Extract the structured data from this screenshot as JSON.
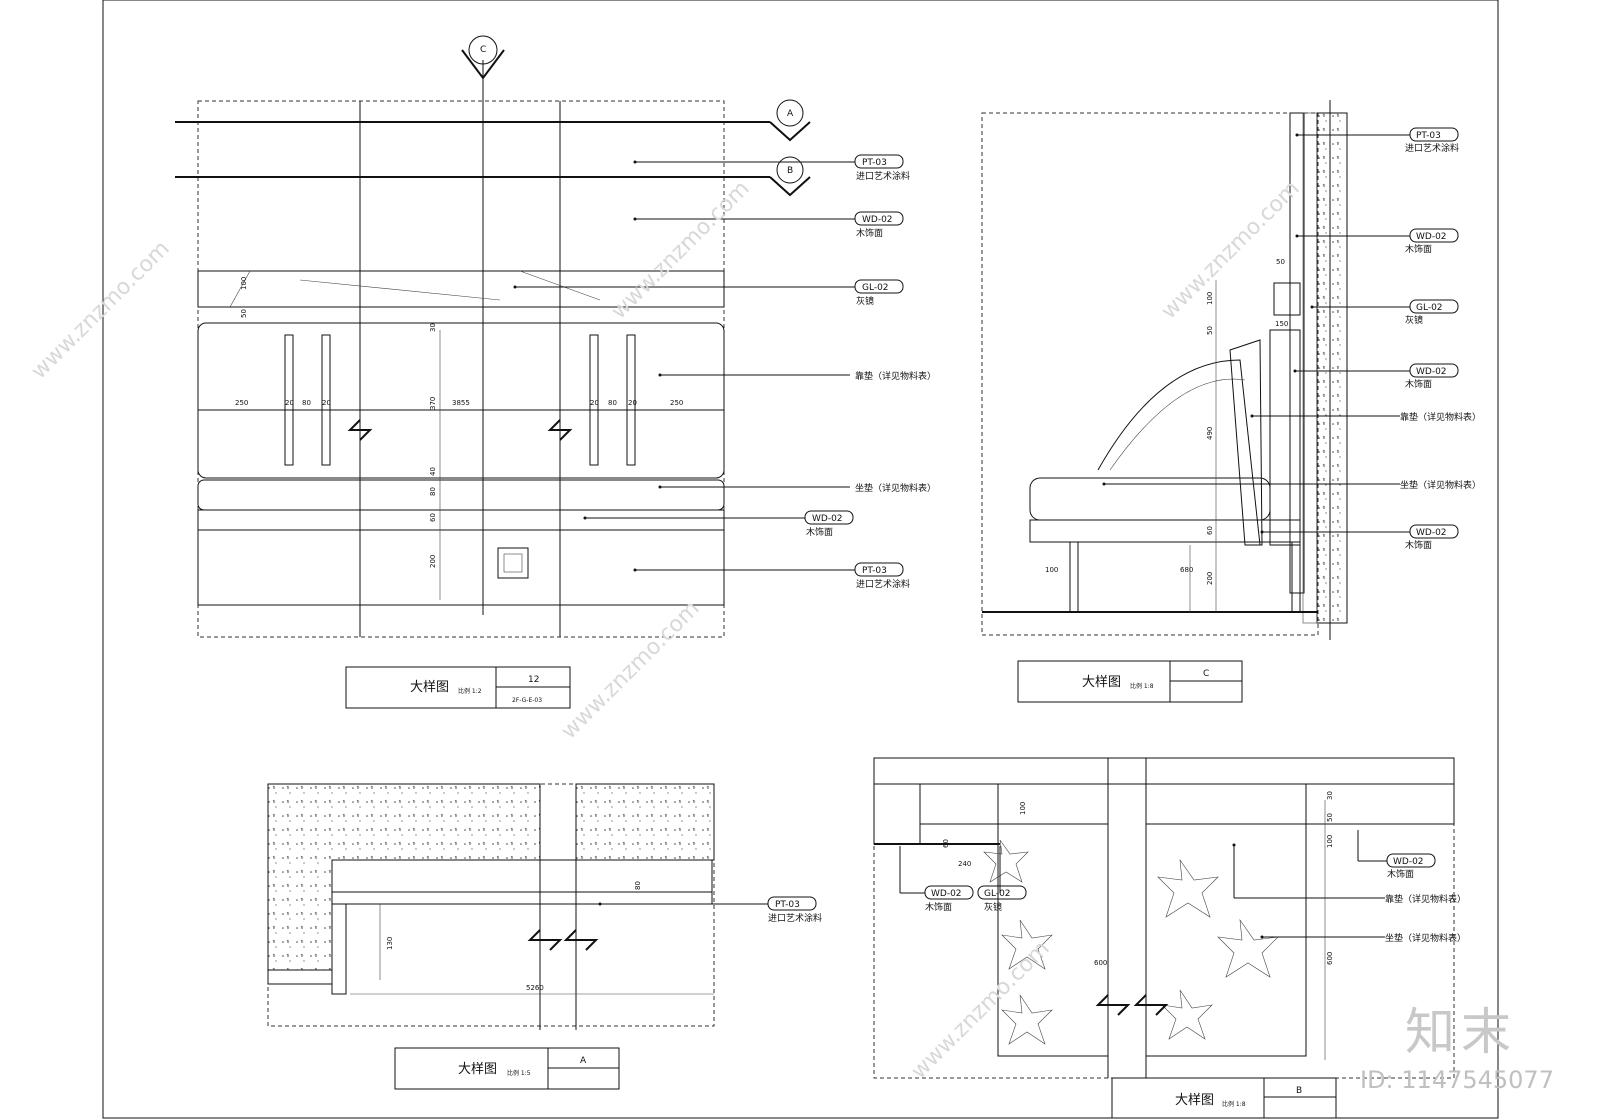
{
  "watermark": {
    "logo_text": "知末",
    "id_text": "ID: 1147545077",
    "site_text": "www.znzmo.com"
  },
  "elevation": {
    "section_markers": {
      "c": "C",
      "a": "A",
      "b": "B"
    },
    "labels": [
      {
        "code": "PT-03",
        "desc": "进口艺术涂料"
      },
      {
        "code": "WD-02",
        "desc": "木饰面"
      },
      {
        "code": "GL-02",
        "desc": "灰镜"
      },
      {
        "code": "",
        "desc": "靠垫（详见物料表）"
      },
      {
        "code": "",
        "desc": "坐垫（详见物料表）"
      },
      {
        "code": "WD-02",
        "desc": "木饰面"
      },
      {
        "code": "PT-03",
        "desc": "进口艺术涂料"
      }
    ],
    "dims": {
      "d250a": "250",
      "d20a": "20",
      "d80a": "80",
      "d20b": "20",
      "d3855": "3855",
      "d20c": "20",
      "d80b": "80",
      "d20d": "20",
      "d250b": "250",
      "v100": "100",
      "v50": "50",
      "v30": "30",
      "v370": "370",
      "v40": "40",
      "v80": "80",
      "v60": "60",
      "v200": "200"
    },
    "title": {
      "name": "大样图",
      "scale": "比例 1:2",
      "num": "12",
      "ref": "2F-G-E-03"
    }
  },
  "section_c": {
    "labels": [
      {
        "code": "PT-03",
        "desc": "进口艺术涂料"
      },
      {
        "code": "WD-02",
        "desc": "木饰面"
      },
      {
        "code": "GL-02",
        "desc": "灰镜"
      },
      {
        "code": "WD-02",
        "desc": "木饰面"
      },
      {
        "code": "",
        "desc": "靠垫（详见物料表）"
      },
      {
        "code": "",
        "desc": "坐垫（详见物料表）"
      },
      {
        "code": "WD-02",
        "desc": "木饰面"
      }
    ],
    "dims": {
      "d50": "50",
      "d100v": "100",
      "d50v": "50",
      "d150": "150",
      "d490": "490",
      "d100": "100",
      "d680": "680",
      "d60": "60",
      "d200": "200"
    },
    "title": {
      "name": "大样图",
      "scale": "比例 1:8",
      "num": "C"
    }
  },
  "section_a": {
    "labels": [
      {
        "code": "PT-03",
        "desc": "进口艺术涂料"
      }
    ],
    "dims": {
      "d80": "80",
      "d130": "130",
      "d5260": "5260"
    },
    "title": {
      "name": "大样图",
      "scale": "比例 1:5",
      "num": "A"
    }
  },
  "section_b": {
    "labels": [
      {
        "code": "WD-02",
        "desc": "木饰面"
      },
      {
        "code": "",
        "desc": "靠垫（详见物料表）"
      },
      {
        "code": "",
        "desc": "坐垫（详见物料表）"
      },
      {
        "code": "WD-02",
        "desc": "木饰面"
      },
      {
        "code": "GL-02",
        "desc": "灰镜"
      }
    ],
    "dims": {
      "d240": "240",
      "d60": "60",
      "d100": "100",
      "d50": "50",
      "d100b": "100",
      "d600": "600",
      "d600v": "600",
      "d30": "30"
    },
    "title": {
      "name": "大样图",
      "scale": "比例 1:8",
      "num": "B"
    }
  }
}
